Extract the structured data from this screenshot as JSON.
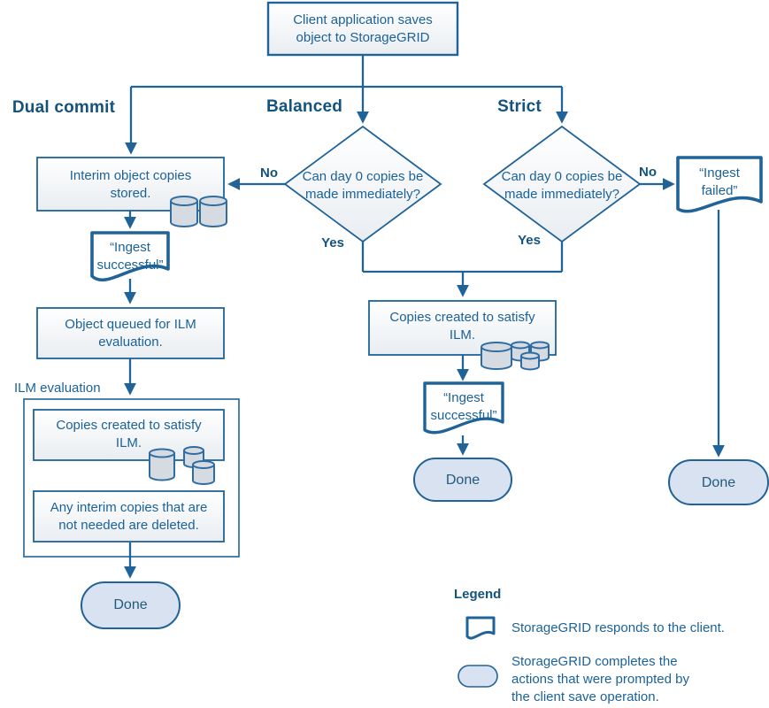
{
  "flow": {
    "start": "Client application saves\nobject to StorageGRID",
    "branch_dual_commit": "Dual commit",
    "branch_balanced": "Balanced",
    "branch_strict": "Strict",
    "decision": "Can  day 0 copies be\nmade immediately?",
    "label_no": "No",
    "label_yes": "Yes",
    "interim_stored": "Interim object copies\nstored.",
    "ingest_successful": "“Ingest\nsuccessful”",
    "ingest_failed": "“Ingest\nfailed”",
    "object_queued": "Object queued for ILM\nevaluation.",
    "ilm_evaluation_label": "ILM evaluation",
    "copies_created": "Copies created to satisfy\nILM.",
    "interim_deleted": "Any interim copies that are\nnot needed are deleted.",
    "done": "Done"
  },
  "legend": {
    "title": "Legend",
    "document_meaning": "StorageGRID responds to the client.",
    "pill_meaning": "StorageGRID completes the\nactions that were prompted by\nthe client save operation."
  },
  "colors": {
    "line": "#1F6398",
    "text": "#1C6298",
    "bold_label": "#14537E",
    "pill_fill": "#D9E2F0",
    "cylinder_fill": "#D6DBE2",
    "box_gradient_top": "#FFFFFF",
    "box_gradient_bottom": "#E9EDF1"
  }
}
